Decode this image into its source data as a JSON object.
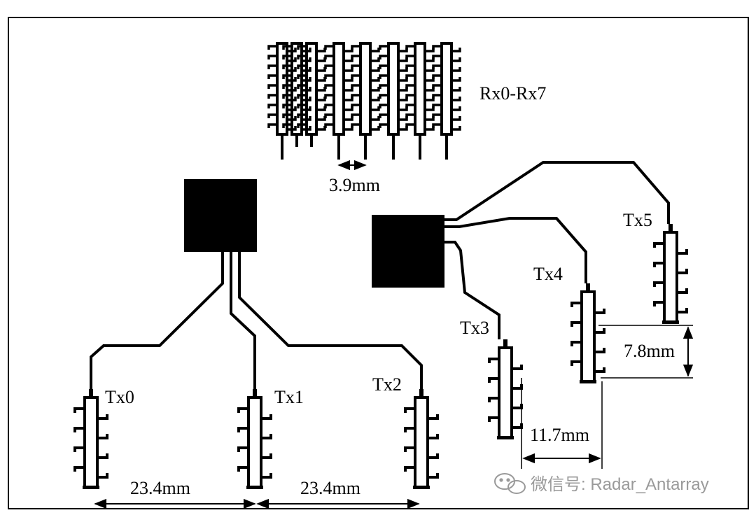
{
  "labels": {
    "rx": "Rx0-Rx7",
    "tx0": "Tx0",
    "tx1": "Tx1",
    "tx2": "Tx2",
    "tx3": "Tx3",
    "tx4": "Tx4",
    "tx5": "Tx5"
  },
  "dimensions": {
    "rx_spacing": "3.9mm",
    "tx_spacing_01": "23.4mm",
    "tx_spacing_12": "23.4mm",
    "tx_horizontal_offset": "11.7mm",
    "tx_vertical_offset": "7.8mm"
  },
  "watermark": {
    "text": "微信号: Radar_Antarray",
    "icon": "wechat-icon"
  },
  "colors": {
    "ink": "#000000",
    "watermark": "#9a9a9a"
  }
}
